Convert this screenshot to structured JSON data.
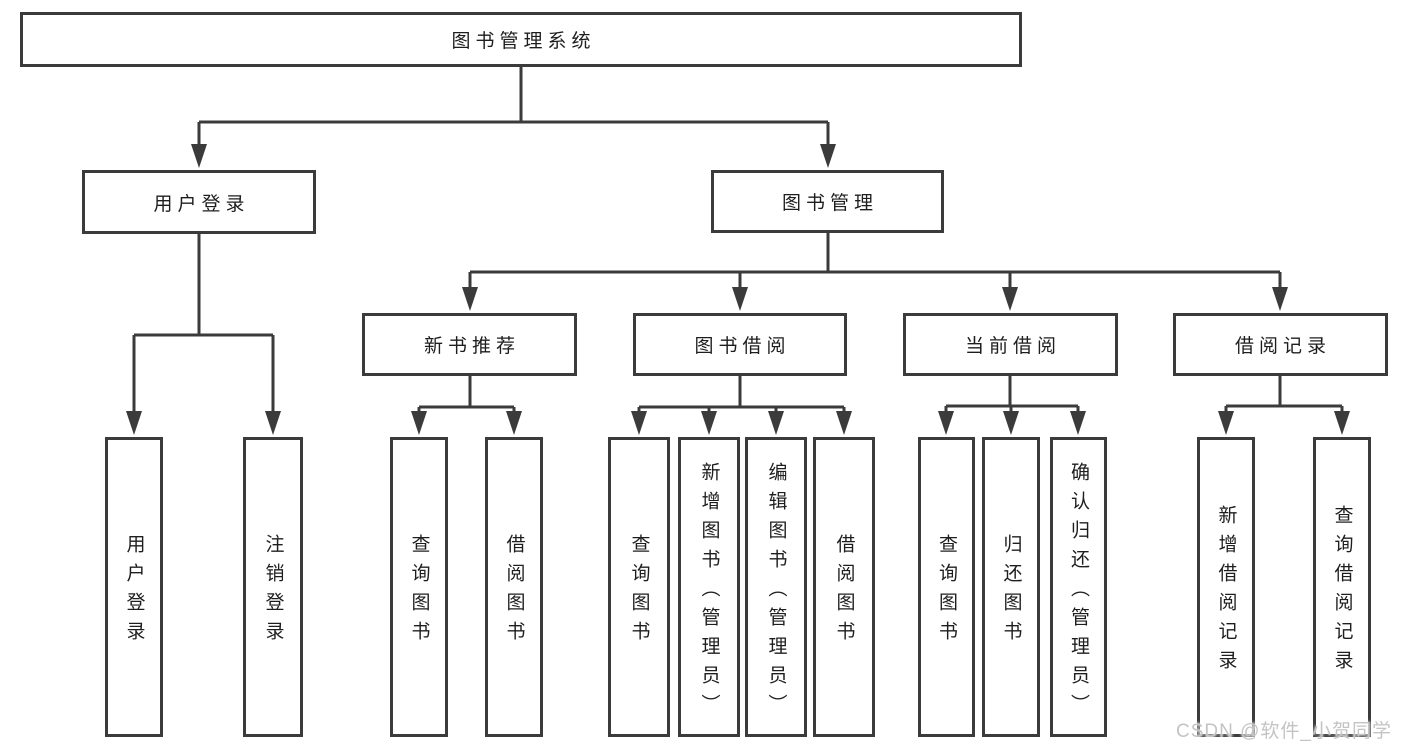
{
  "nodes": {
    "root": "图书管理系统",
    "user_login": "用户登录",
    "book_management": "图书管理",
    "new_book_recommend": "新书推荐",
    "book_borrowing": "图书借阅",
    "current_borrowing": "当前借阅",
    "borrowing_records": "借阅记录",
    "login_children": [
      "用户登录",
      "注销登录"
    ],
    "new_book_children": [
      "查询图书",
      "借阅图书"
    ],
    "book_borrowing_children": [
      "查询图书",
      "新增图书（管理员）",
      "编辑图书（管理员）",
      "借阅图书"
    ],
    "current_borrowing_children": [
      "查询图书",
      "归还图书",
      "确认归还（管理员）"
    ],
    "records_children": [
      "新增借阅记录",
      "查询借阅记录"
    ]
  },
  "watermark": "CSDN @软件_小贺同学",
  "colors": {
    "line": "#3b3b3b",
    "box_border": "#3b3b3b",
    "box_background": "#ffffff",
    "text": "#1e1e1e",
    "watermark": "#c4c4c4",
    "background": "#ffffff"
  }
}
